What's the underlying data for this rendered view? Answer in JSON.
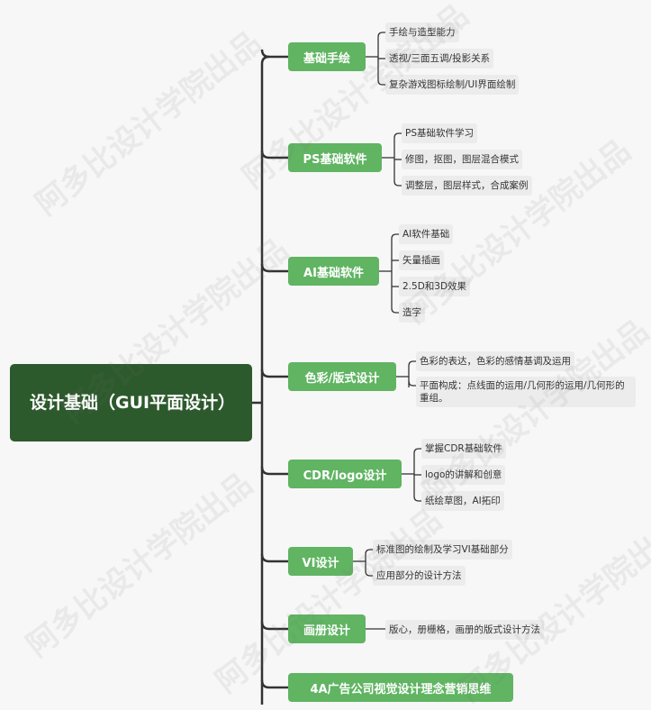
{
  "root": {
    "label": "设计基础（GUI平面设计）"
  },
  "watermark": "阿多比设计学院出品",
  "branches": [
    {
      "label": "基础手绘",
      "children": [
        "手绘与造型能力",
        "透视/三面五调/投影关系",
        "复杂游戏图标绘制/UI界面绘制"
      ]
    },
    {
      "label": "PS基础软件",
      "children": [
        "PS基础软件学习",
        "修图，抠图，图层混合模式",
        "调整层，图层样式，合成案例"
      ]
    },
    {
      "label": "AI基础软件",
      "children": [
        "AI软件基础",
        "矢量插画",
        "2.5D和3D效果",
        "造字"
      ]
    },
    {
      "label": "色彩/版式设计",
      "children": [
        "色彩的表达，色彩的感情基调及运用",
        "平面构成：点线面的运用/几何形的运用/几何形的重组。"
      ]
    },
    {
      "label": "CDR/logo设计",
      "children": [
        "掌握CDR基础软件",
        "logo的讲解和创意",
        "纸绘草图，AI拓印"
      ]
    },
    {
      "label": "VI设计",
      "children": [
        "标准图的绘制及学习VI基础部分",
        "应用部分的设计方法"
      ]
    },
    {
      "label": "画册设计",
      "children": [
        "版心，册栅格，画册的版式设计方法"
      ]
    },
    {
      "label": "4A广告公司视觉设计理念营销思维",
      "children": []
    }
  ]
}
